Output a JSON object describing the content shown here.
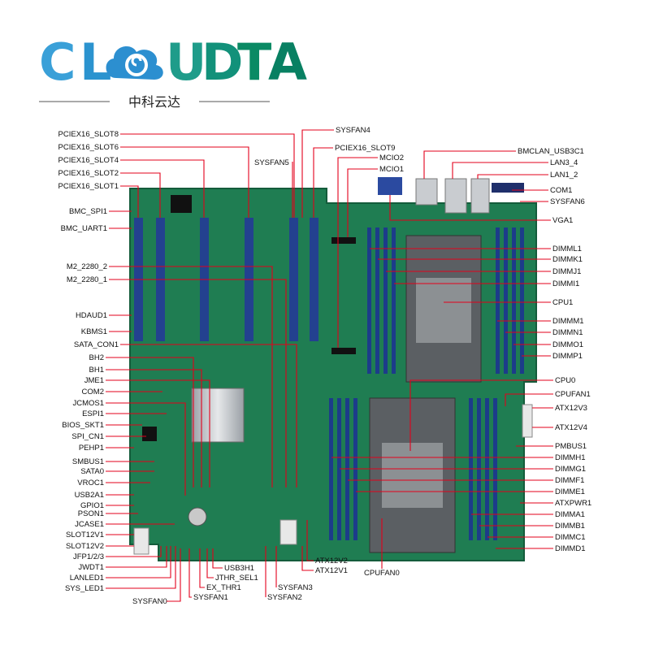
{
  "brand": {
    "name": "CLOUDTA",
    "chinese": "中科云达",
    "colors": {
      "c": "#3aa0d8",
      "l": "#2b93cf",
      "o": "#2c8fd0",
      "u": "#1f9c8a",
      "d": "#12917a",
      "t": "#0a8a64",
      "a": "#088062"
    }
  },
  "board": {
    "colors": {
      "pcb": "#1f7d52",
      "slot": "#23418f",
      "dimm": "#1c3c8a",
      "label": "#e3001b"
    },
    "labels": {
      "left": [
        "PCIEX16_SLOT8",
        "PCIEX16_SLOT6",
        "PCIEX16_SLOT4",
        "PCIEX16_SLOT2",
        "PCIEX16_SLOT1",
        "BMC_SPI1",
        "BMC_UART1",
        "M2_2280_2",
        "M2_2280_1",
        "HDAUD1",
        "KBMS1",
        "SATA_CON1",
        "BH2",
        "BH1",
        "JME1",
        "COM2",
        "JCMOS1",
        "ESPI1",
        "BIOS_SKT1",
        "SPI_CN1",
        "PEHP1",
        "SMBUS1",
        "SATA0",
        "VROC1",
        "USB2A1",
        "GPIO1",
        "PSON1",
        "JCASE1",
        "SLOT12V1",
        "SLOT12V2",
        "JFP1/2/3",
        "JWDT1",
        "LANLED1",
        "SYS_LED1"
      ],
      "top": [
        "SYSFAN4",
        "PCIEX16_SLOT9",
        "SYSFAN5",
        "MCIO2",
        "MCIO1"
      ],
      "right": [
        "BMCLAN_USB3C1",
        "LAN3_4",
        "LAN1_2",
        "COM1",
        "SYSFAN6",
        "VGA1",
        "DIMML1",
        "DIMMK1",
        "DIMMJ1",
        "DIMMI1",
        "CPU1",
        "DIMMM1",
        "DIMMN1",
        "DIMMO1",
        "DIMMP1",
        "CPU0",
        "CPUFAN1",
        "ATX12V3",
        "ATX12V4",
        "PMBUS1",
        "DIMMH1",
        "DIMMG1",
        "DIMMF1",
        "DIMME1",
        "ATXPWR1",
        "DIMMA1",
        "DIMMB1",
        "DIMMC1",
        "DIMMD1"
      ],
      "bottom": [
        "ATX12V2",
        "ATX12V1",
        "CPUFAN0",
        "USB3H1",
        "JTHR_SEL1",
        "EX_THR1",
        "SYSFAN3",
        "SYSFAN2",
        "SYSFAN1",
        "SYSFAN0"
      ]
    }
  }
}
